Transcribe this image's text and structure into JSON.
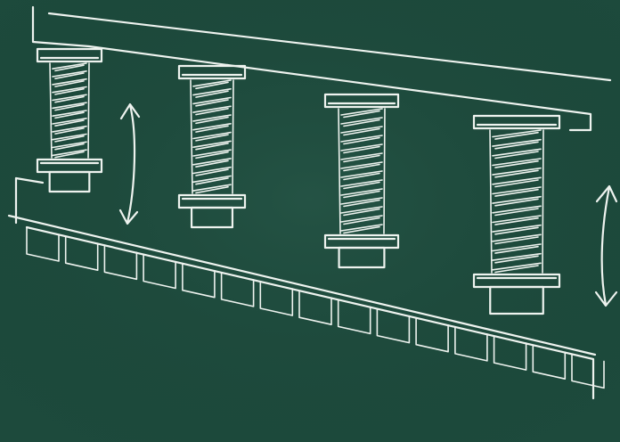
{
  "diagram": {
    "kind": "chalkboard-sketch",
    "subject": "upper-beam-supported-on-four-coil-springs-above-lower-beam",
    "colors": {
      "board": "#1d4a3c",
      "chalk": "#eef3ef"
    },
    "spring_count": 4,
    "foot_count": 15,
    "arrow_count": 2
  }
}
